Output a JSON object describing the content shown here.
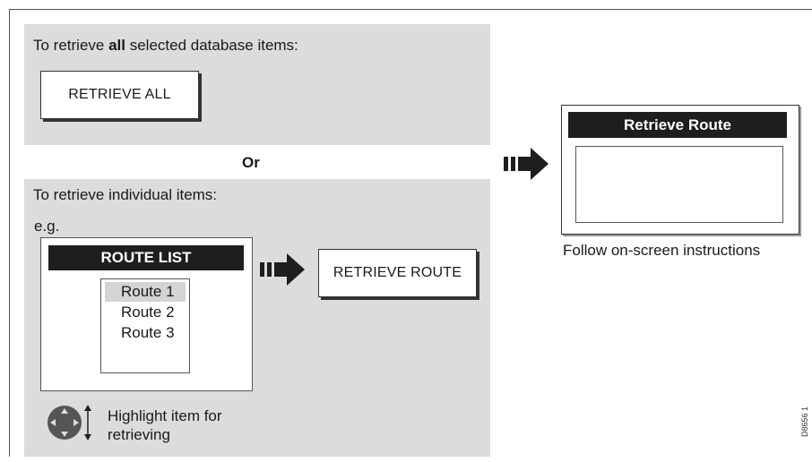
{
  "top_section": {
    "text_before": "To retrieve ",
    "text_bold": "all",
    "text_after": " selected database items:",
    "button_label": "RETRIEVE ALL"
  },
  "or_label": "Or",
  "bottom_section": {
    "heading": "To retrieve individual items:",
    "eg_label": "e.g.",
    "list_title": "ROUTE LIST",
    "routes": [
      "Route 1",
      "Route 2",
      "Route 3"
    ],
    "selected_route_index": 0,
    "retrieve_route_button": "RETRIEVE ROUTE",
    "hint_line1": "Highlight item for",
    "hint_line2": "retrieving"
  },
  "result_window": {
    "title": "Retrieve Route",
    "caption": "Follow on-screen instructions"
  },
  "figure_ref": "D8656 1",
  "colors": {
    "panel": "#dcdcdc",
    "header": "#1e1e1e",
    "arrow": "#1e1e1e",
    "selection": "#d4d4d4"
  }
}
